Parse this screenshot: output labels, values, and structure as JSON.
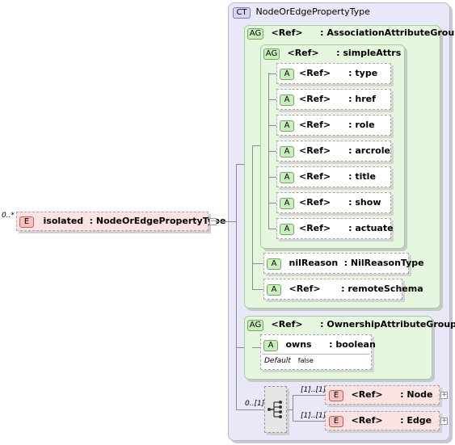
{
  "complex_type": {
    "badge": "CT",
    "name": "NodeOrEdgePropertyType"
  },
  "root_element": {
    "occurrence": "0..*",
    "badge": "E",
    "name": "isolated",
    "type": ": NodeOrEdgePropertyType"
  },
  "association_group": {
    "badge": "AG",
    "ref": "<Ref>",
    "name": ": AssociationAttributeGroup",
    "simple_attrs": {
      "badge": "AG",
      "ref": "<Ref>",
      "name": ": simpleAttrs",
      "attributes": [
        {
          "badge": "A",
          "ref": "<Ref>",
          "name": ": type"
        },
        {
          "badge": "A",
          "ref": "<Ref>",
          "name": ": href"
        },
        {
          "badge": "A",
          "ref": "<Ref>",
          "name": ": role"
        },
        {
          "badge": "A",
          "ref": "<Ref>",
          "name": ": arcrole"
        },
        {
          "badge": "A",
          "ref": "<Ref>",
          "name": ": title"
        },
        {
          "badge": "A",
          "ref": "<Ref>",
          "name": ": show"
        },
        {
          "badge": "A",
          "ref": "<Ref>",
          "name": ": actuate"
        }
      ]
    },
    "nil_reason": {
      "badge": "A",
      "name": "nilReason",
      "type": ": NilReasonType"
    },
    "remote_schema": {
      "badge": "A",
      "ref": "<Ref>",
      "name": ": remoteSchema"
    }
  },
  "ownership_group": {
    "badge": "AG",
    "ref": "<Ref>",
    "name": ": OwnershipAttributeGroup",
    "owns": {
      "badge": "A",
      "name": "owns",
      "type": ": boolean",
      "default_label": "Default",
      "default_value": "false"
    }
  },
  "choice": {
    "occurrence": "0..[1]",
    "children": [
      {
        "occurrence": "[1]..[1]",
        "badge": "E",
        "ref": "<Ref>",
        "name": ": Node"
      },
      {
        "occurrence": "[1]..[1]",
        "badge": "E",
        "ref": "<Ref>",
        "name": ": Edge"
      }
    ]
  },
  "expander_symbols": {
    "collapse": "−",
    "expand": "+"
  }
}
